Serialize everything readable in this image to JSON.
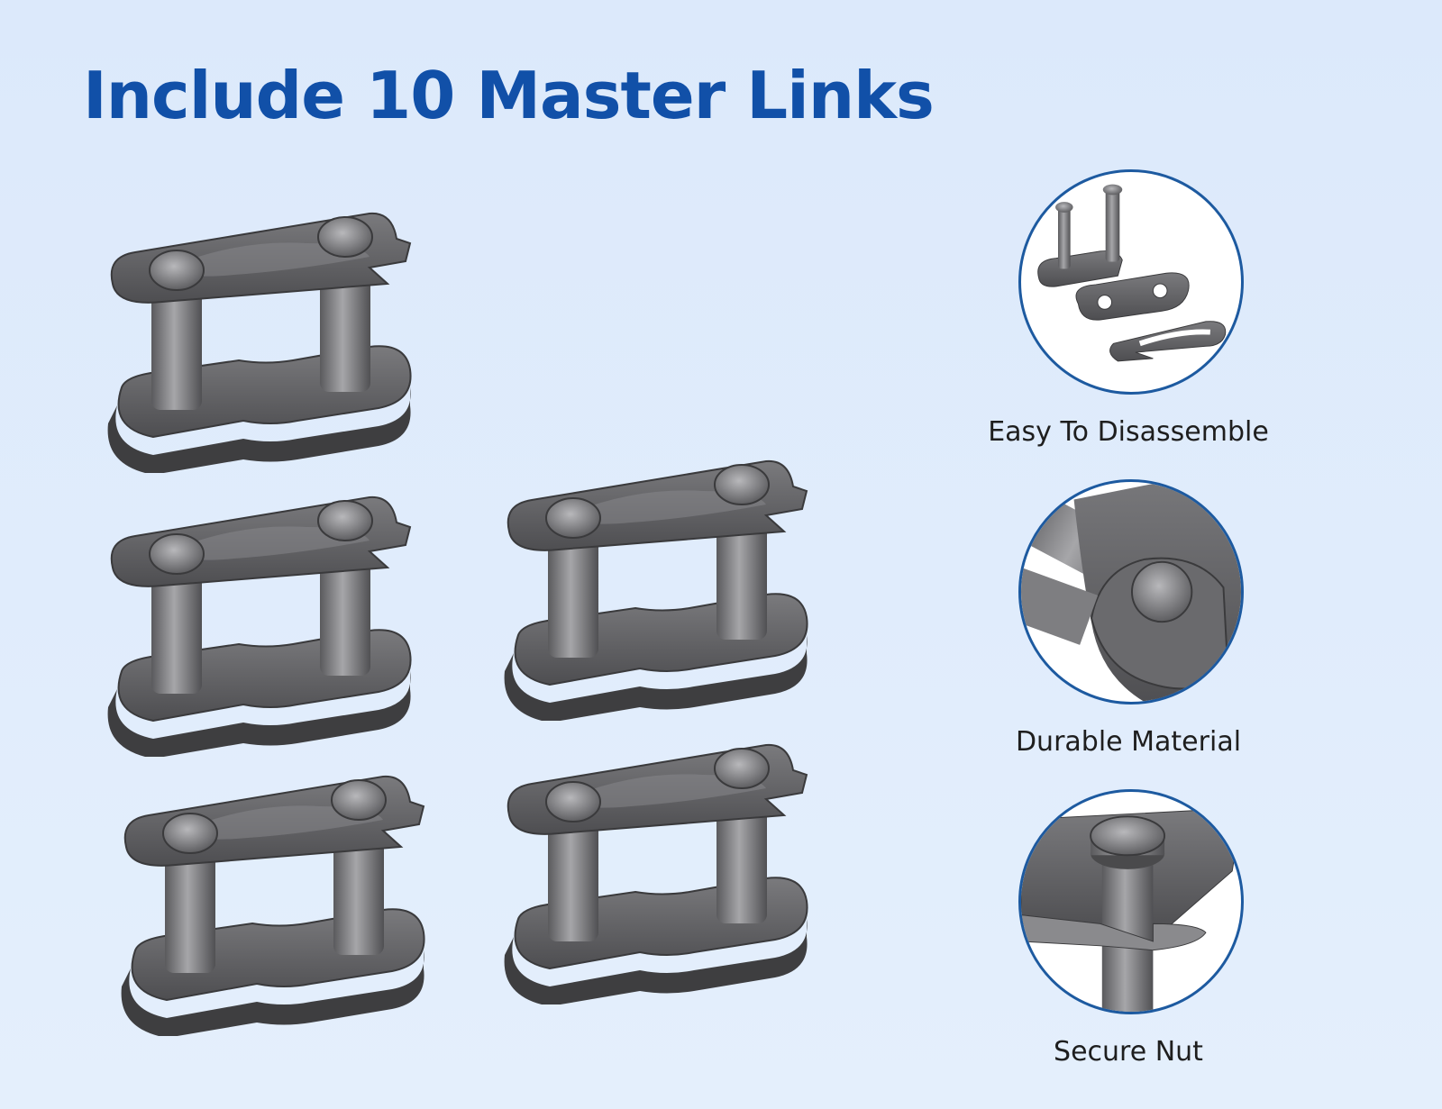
{
  "title": "Include 10 Master Links",
  "colors": {
    "background": "#dce9fb",
    "title": "#1150a8",
    "circle_border": "#1d5aa0",
    "metal_dark": "#4a4a4c",
    "metal_mid": "#6d6d70",
    "metal_light": "#9a9a9d"
  },
  "product_images": [
    {
      "name": "master-link-1"
    },
    {
      "name": "master-link-2"
    },
    {
      "name": "master-link-3"
    },
    {
      "name": "master-link-4"
    },
    {
      "name": "master-link-5"
    }
  ],
  "features": [
    {
      "label": "Easy To Disassemble",
      "icon": "disassembled-parts-icon"
    },
    {
      "label": "Durable Material",
      "icon": "pin-closeup-icon"
    },
    {
      "label": "Secure Nut",
      "icon": "secure-nut-icon"
    }
  ]
}
